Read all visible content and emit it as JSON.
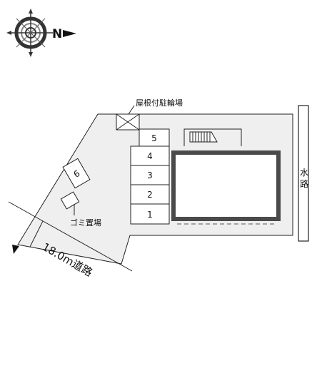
{
  "compass": {
    "north_label": "N",
    "icon": "compass-rose-icon"
  },
  "labels": {
    "bicycle_parking": "屋根付駐輪場",
    "garbage_area": "ゴミ置場",
    "waterway_1": "水",
    "waterway_2": "路",
    "road": "18.0m道路"
  },
  "parking_spaces": [
    "1",
    "2",
    "3",
    "4",
    "5",
    "6"
  ],
  "colors": {
    "site_fill": "#efefef",
    "outline": "#222222",
    "building_border": "#4a4a4a"
  }
}
